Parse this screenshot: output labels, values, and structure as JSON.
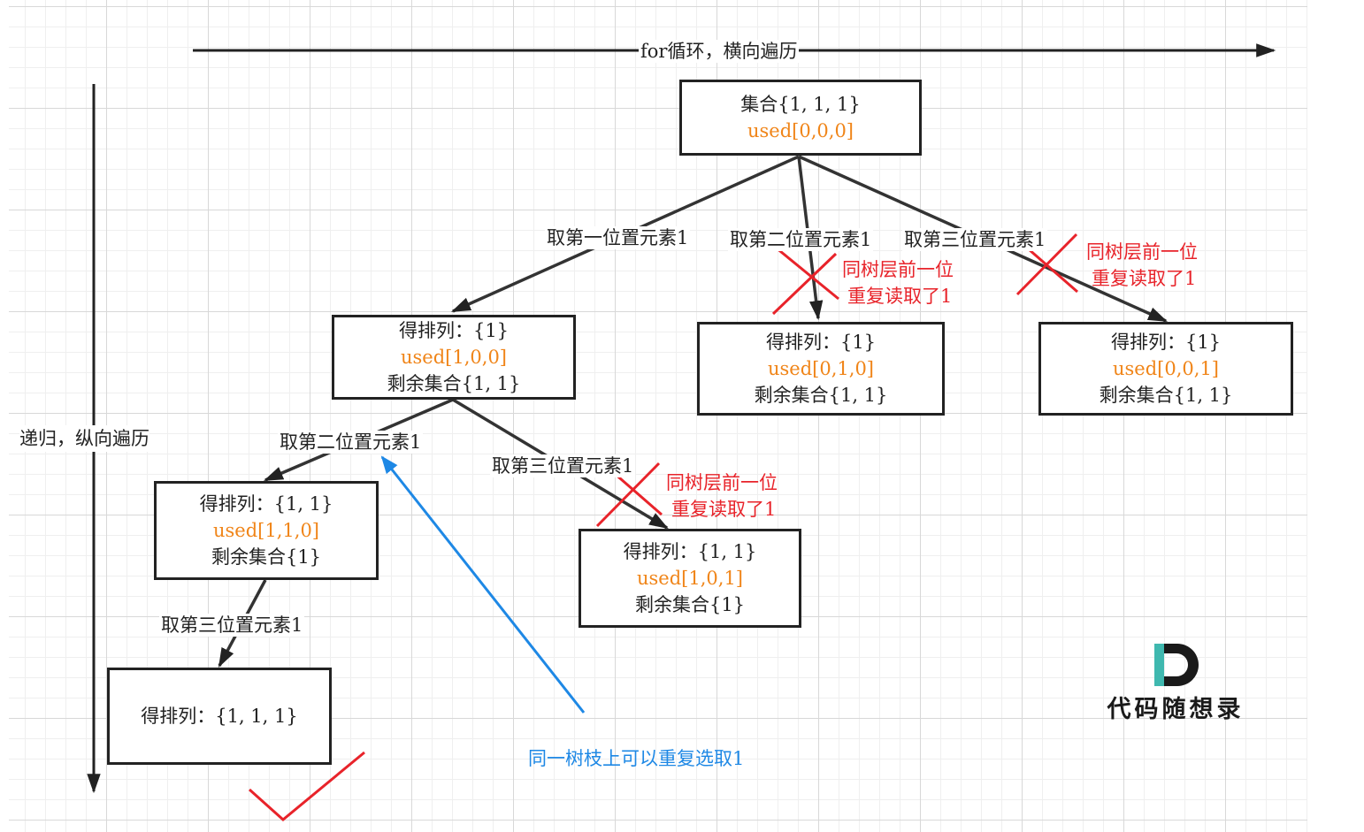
{
  "axes": {
    "horizontal_label": "for循环，横向遍历",
    "vertical_label": "递归，纵向遍历"
  },
  "nodes": {
    "root": {
      "line1": "集合{1, 1, 1}",
      "used": "used[0,0,0]"
    },
    "l1a": {
      "line1": "得排列：{1}",
      "used": "used[1,0,0]",
      "line3": "剩余集合{1, 1}"
    },
    "l1b": {
      "line1": "得排列：{1}",
      "used": "used[0,1,0]",
      "line3": "剩余集合{1, 1}"
    },
    "l1c": {
      "line1": "得排列：{1}",
      "used": "used[0,0,1]",
      "line3": "剩余集合{1, 1}"
    },
    "l2a": {
      "line1": "得排列：{1, 1}",
      "used": "used[1,1,0]",
      "line3": "剩余集合{1}"
    },
    "l2b": {
      "line1": "得排列：{1, 1}",
      "used": "used[1,0,1]",
      "line3": "剩余集合{1}"
    },
    "leaf": {
      "prefix": "得排列：",
      "value": "{1, 1, 1}"
    }
  },
  "edge_labels": {
    "take_first": "取第一位置元素1",
    "take_second_root": "取第二位置元素1",
    "take_third_root": "取第三位置元素1",
    "take_second_l1": "取第二位置元素1",
    "take_third_l1": "取第三位置元素1",
    "take_third_l2": "取第三位置元素1"
  },
  "pruned_notes": {
    "note_b": [
      "同树层前一位",
      "重复读取了1"
    ],
    "note_c": [
      "同树层前一位",
      "重复读取了1"
    ],
    "note_l2b": [
      "同树层前一位",
      "重复读取了1"
    ]
  },
  "branch_note": "同一树枝上可以重复选取1",
  "logo": {
    "text": "代码随想录"
  },
  "colors": {
    "used": "#f08519",
    "prune": "#e8232a",
    "branch": "#1e88e5",
    "line": "#333333"
  }
}
